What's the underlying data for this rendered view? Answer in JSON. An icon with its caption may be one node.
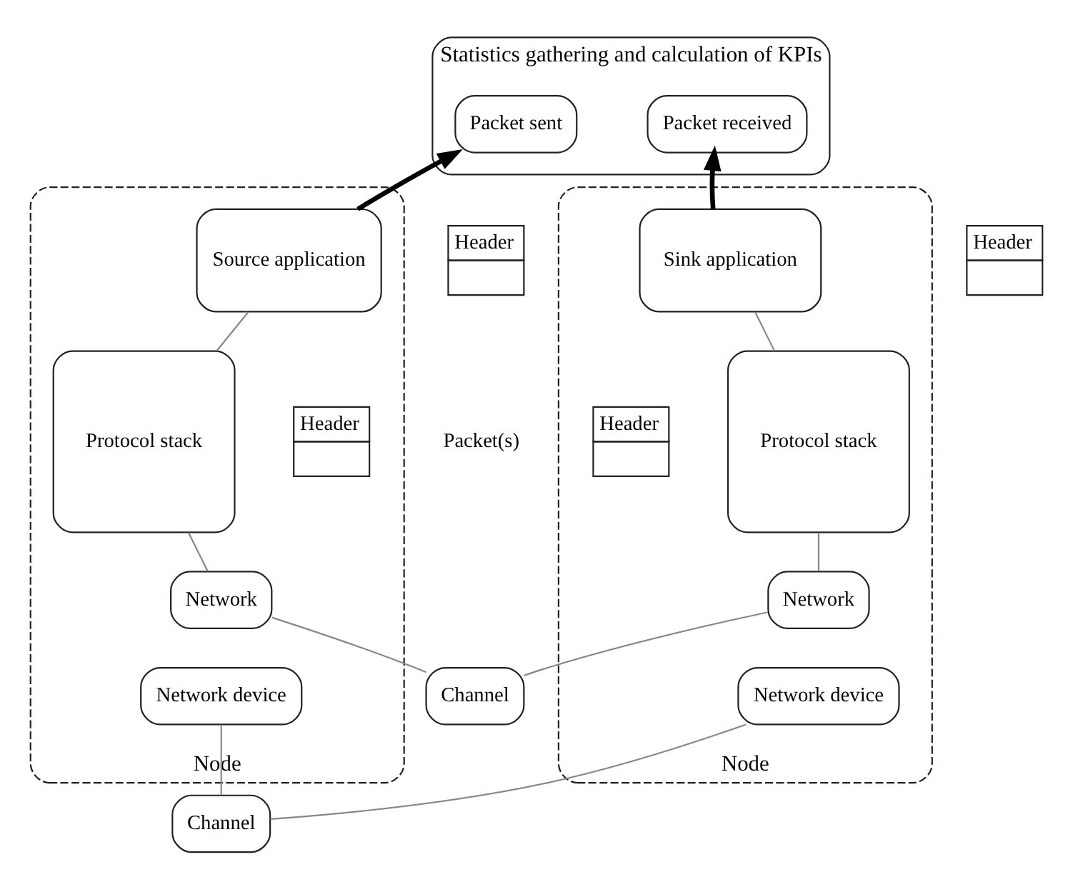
{
  "diagram": {
    "nodes": [
      {
        "text": [
          "Statistics gathering and calculation of KPIs"
        ]
      },
      {
        "text": [
          "Packet sent"
        ],
        "in": 0
      },
      {
        "text": [
          "Packet received"
        ],
        "in": 0
      },
      {
        "text": [
          "Node"
        ]
      },
      {
        "text": [
          "Source application"
        ],
        "in": 3
      },
      {
        "text": [
          "Header"
        ]
      },
      {
        "text": [
          "Protocol stack"
        ],
        "in": 3
      },
      {
        "text": [
          "Header"
        ],
        "in": 3
      },
      {
        "text": [
          "Network"
        ],
        "in": 3
      },
      {
        "text": [
          "Network device"
        ],
        "in": 3
      },
      {
        "text": [
          "Channel"
        ]
      },
      {
        "text": [
          "Channel"
        ]
      },
      {
        "text": [
          "Node"
        ]
      },
      {
        "text": [
          "Header"
        ]
      },
      {
        "text": [
          "Sink application"
        ],
        "in": 12
      },
      {
        "text": [
          "Header"
        ],
        "in": 12
      },
      {
        "text": [
          "Protocol stack"
        ],
        "in": 12
      },
      {
        "text": [
          "Network"
        ],
        "in": 12
      },
      {
        "text": [
          "Network device"
        ],
        "in": 12
      }
    ],
    "edges": [
      {
        "from": 4,
        "to": 1,
        "arrow": "to",
        "style": "thick",
        "color": "#000000"
      },
      {
        "from": 14,
        "to": 2,
        "arrow": "to",
        "style": "thick",
        "color": "#000000"
      },
      {
        "from": 4,
        "to": 6,
        "arrow": "none"
      },
      {
        "from": 6,
        "to": 8,
        "arrow": "none"
      },
      {
        "from": 8,
        "to": 10,
        "arrow": "none"
      },
      {
        "from": 9,
        "to": 11,
        "arrow": "none"
      },
      {
        "from": 10,
        "to": 17,
        "arrow": "none"
      },
      {
        "from": 11,
        "to": 18,
        "arrow": "none"
      },
      {
        "from": 14,
        "to": 16,
        "arrow": "none"
      },
      {
        "from": 16,
        "to": 17,
        "arrow": "none"
      }
    ],
    "labels": [
      "Packet(s)"
    ]
  }
}
